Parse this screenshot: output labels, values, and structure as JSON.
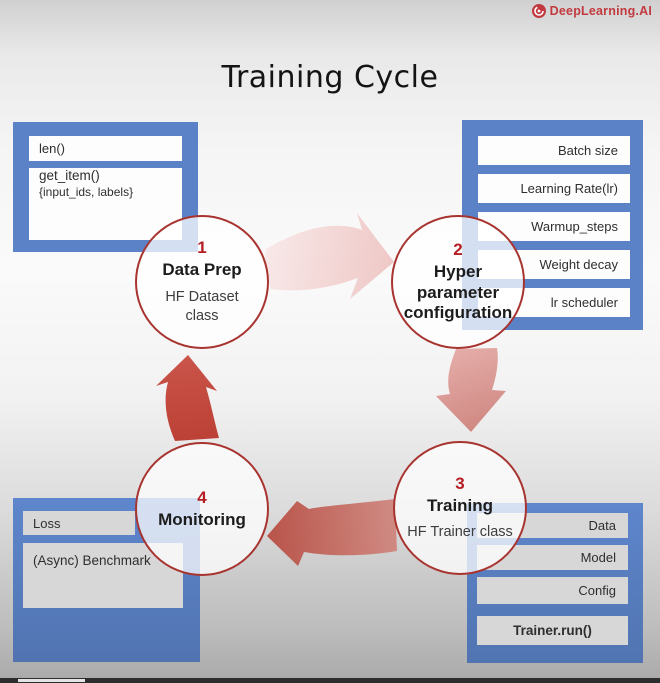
{
  "logo": {
    "brand": "DeepLearning.AI"
  },
  "title": "Training Cycle",
  "diagram": {
    "steps": [
      {
        "number": "1",
        "title": "Data Prep",
        "subtitle": "HF Dataset class"
      },
      {
        "number": "2",
        "title": "Hyper parameter configuration",
        "subtitle": ""
      },
      {
        "number": "3",
        "title": "Training",
        "subtitle": "HF Trainer class"
      },
      {
        "number": "4",
        "title": "Monitoring",
        "subtitle": ""
      }
    ],
    "dataset_box": {
      "method1": "len()",
      "method2": "get_item()",
      "method2_detail": "{input_ids, labels}"
    },
    "hyperparams_box": {
      "items": [
        "Batch size",
        "Learning Rate(lr)",
        "Warmup_steps",
        "Weight decay",
        "lr scheduler"
      ]
    },
    "monitoring_box": {
      "item1": "Loss",
      "item2": "(Async) Benchmark"
    },
    "trainer_box": {
      "items": [
        "Data",
        "Model",
        "Config",
        "Trainer.run()"
      ]
    }
  },
  "colors": {
    "accent_blue": "#5b82c7",
    "circle_border_red": "#a83430",
    "number_red": "#b41e23",
    "arrow_step1_2": "#f3dcdb",
    "arrow_step2_3": "#d99791",
    "arrow_step3_4": "#c4675d",
    "arrow_step4_1": "#c2463b"
  }
}
